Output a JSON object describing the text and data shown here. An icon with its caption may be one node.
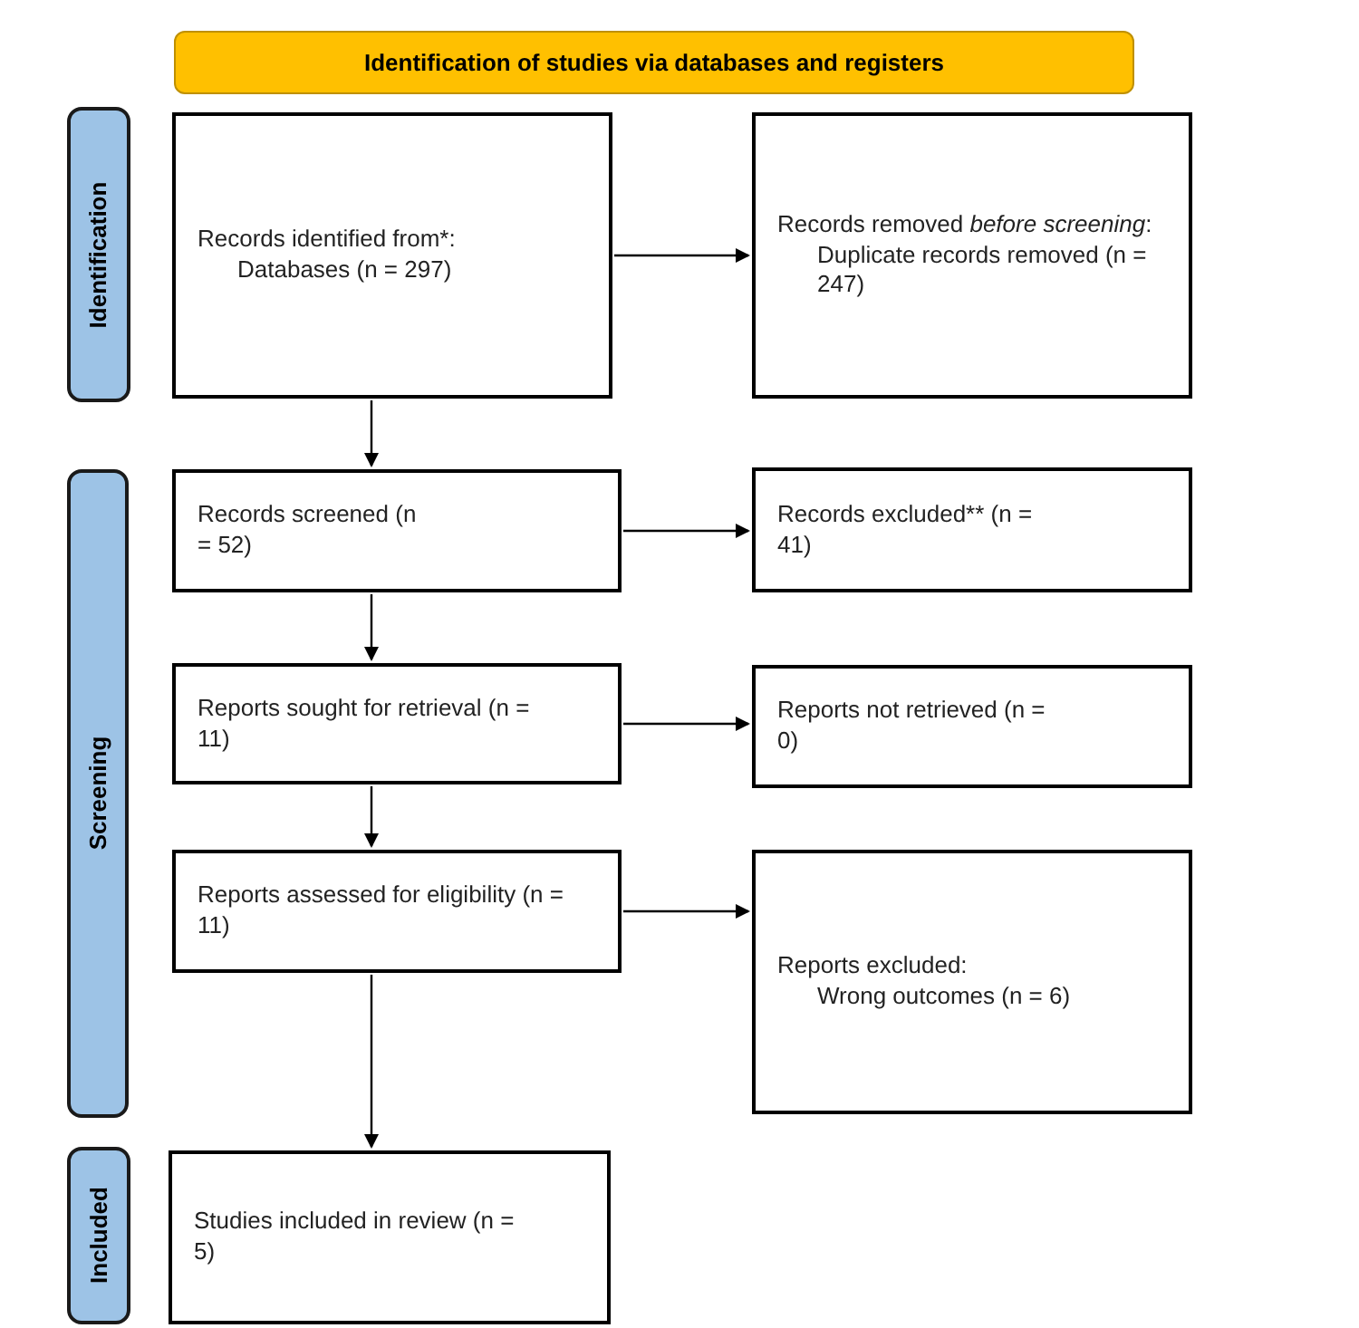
{
  "diagram": {
    "nodes": [
      {
        "text": [
          "Identification of studies via databases and registers"
        ]
      },
      {
        "text": [
          "Identification"
        ]
      },
      {
        "text": [
          "Records identified from*:",
          "Databases (n = 297)"
        ]
      },
      {
        "text": [
          "Records removed *before screening*:",
          "Duplicate records removed (n = 247)"
        ]
      },
      {
        "text": [
          "Screening"
        ]
      },
      {
        "text": [
          "Records screened (n = 52)"
        ]
      },
      {
        "text": [
          "Records excluded** (n = 41)"
        ]
      },
      {
        "text": [
          "Reports sought for retrieval (n = 11)"
        ]
      },
      {
        "text": [
          "Reports not retrieved (n = 0)"
        ]
      },
      {
        "text": [
          "Reports assessed for eligibility (n = 11)"
        ]
      },
      {
        "text": [
          "Reports excluded:",
          "Wrong outcomes (n = 6)"
        ]
      },
      {
        "text": [
          "Included"
        ]
      },
      {
        "text": [
          "Studies included in review (n = 5)"
        ]
      }
    ],
    "edges": [
      {
        "from": 2,
        "to": 3,
        "arrow": "to"
      },
      {
        "from": 2,
        "to": 5,
        "arrow": "to"
      },
      {
        "from": 5,
        "to": 6,
        "arrow": "to"
      },
      {
        "from": 5,
        "to": 7,
        "arrow": "to"
      },
      {
        "from": 7,
        "to": 8,
        "arrow": "to"
      },
      {
        "from": 7,
        "to": 9,
        "arrow": "to"
      },
      {
        "from": 9,
        "to": 10,
        "arrow": "to"
      },
      {
        "from": 9,
        "to": 12,
        "arrow": "to"
      }
    ]
  }
}
